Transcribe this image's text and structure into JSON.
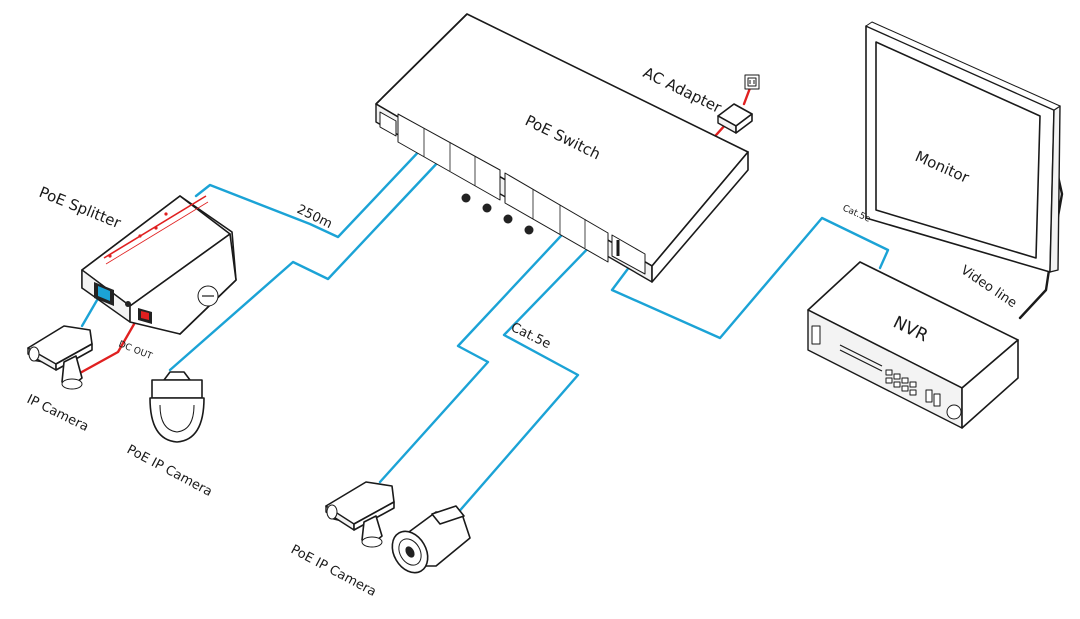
{
  "colors": {
    "network_cable": "#1ba3d6",
    "power_cable": "#e02020",
    "video_cable": "#1a1a1a",
    "device_outline": "#1a1a1a"
  },
  "labels": {
    "poe_switch": "PoE Switch",
    "ac_adapter": "AC Adapter",
    "monitor": "Monitor",
    "nvr": "NVR",
    "poe_splitter": "PoE Splitter",
    "dc_out": "DC OUT",
    "ip_camera": "IP Camera",
    "poe_ip_camera_dome": "PoE IP Camera",
    "poe_ip_camera_bottom": "PoE IP Camera",
    "distance": "250m",
    "cat5e_small": "Cat.5e",
    "cat5e_main": "Cat.5e",
    "video_line": "Video line"
  },
  "icons": {
    "switch": "poe-switch-icon",
    "adapter": "ac-adapter-icon",
    "outlet": "power-outlet-icon",
    "monitor": "monitor-icon",
    "nvr": "nvr-icon",
    "splitter": "poe-splitter-icon",
    "box_camera": "box-camera-icon",
    "dome_camera": "dome-camera-icon",
    "bullet_camera": "bullet-camera-icon"
  }
}
